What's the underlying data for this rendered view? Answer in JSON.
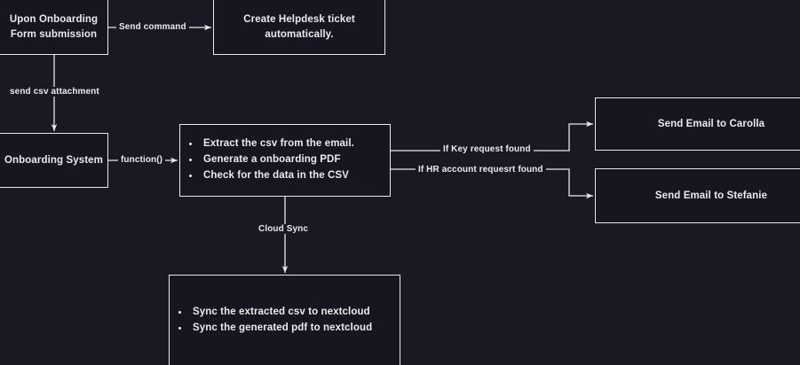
{
  "diagram": {
    "title": "Onboarding Automation Flowchart",
    "background_color": "#1a1823",
    "node_fill_color": "#17151f",
    "stroke_color": "#e8e8ec",
    "text_color": "#e9e9ee"
  },
  "nodes": {
    "onboarding_form": {
      "line1": "Upon Onboarding",
      "line2": "Form submission"
    },
    "helpdesk_ticket": {
      "line1": "Create Helpdesk ticket",
      "line2": "automatically."
    },
    "onboarding_system": {
      "label": "Onboarding System"
    },
    "process_csv": {
      "items": [
        "Extract the csv from the email.",
        "Generate a onboarding PDF",
        "Check for the data in the CSV"
      ]
    },
    "email_carolla": {
      "label": "Send Email to Carolla"
    },
    "email_stefanie": {
      "label": "Send Email to Stefanie"
    },
    "cloud_sync_box": {
      "items": [
        "Sync the extracted csv to nextcloud",
        "Sync the generated pdf to nextcloud"
      ]
    }
  },
  "edges": {
    "send_command": "Send command",
    "send_csv_attachment": "send csv attachment",
    "function_call": "function()",
    "if_key_request": "If Key request found",
    "if_hr_account": "If HR account requesrt found",
    "cloud_sync": "Cloud Sync"
  }
}
